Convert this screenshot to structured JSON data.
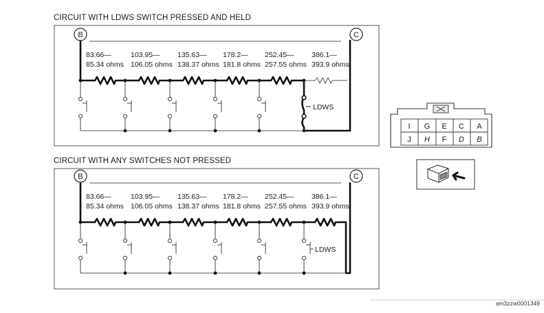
{
  "diagram": {
    "top": {
      "title": "CIRCUIT WITH LDWS SWITCH PRESSED AND HELD",
      "node_left": "B",
      "node_right": "C",
      "resistors": [
        {
          "min": "83.66—",
          "max": "85.34 ohms"
        },
        {
          "min": "103.95—",
          "max": "106.05 ohms"
        },
        {
          "min": "135.63—",
          "max": "138.37 ohms"
        },
        {
          "min": "178.2—",
          "max": "181.8 ohms"
        },
        {
          "min": "252.45—",
          "max": "257.55 ohms"
        },
        {
          "min": "386.1—",
          "max": "393.9 ohms"
        }
      ],
      "switch_label": "LDWS"
    },
    "bottom": {
      "title": "CIRCUIT WITH ANY SWITCHES NOT PRESSED",
      "node_left": "B",
      "node_right": "C",
      "resistors": [
        {
          "min": "83.66—",
          "max": "85.34 ohms"
        },
        {
          "min": "103.95—",
          "max": "106.05 ohms"
        },
        {
          "min": "135.63—",
          "max": "138.37 ohms"
        },
        {
          "min": "178.2—",
          "max": "181.8 ohms"
        },
        {
          "min": "252.45—",
          "max": "257.55 ohms"
        },
        {
          "min": "386.1—",
          "max": "393.9 ohms"
        }
      ],
      "switch_label": "LDWS"
    },
    "connector": {
      "top_row": [
        "I",
        "G",
        "E",
        "C",
        "A"
      ],
      "bottom_row": [
        "J",
        "H",
        "F",
        "D",
        "B"
      ]
    },
    "reference": "am3zzw0001349"
  }
}
